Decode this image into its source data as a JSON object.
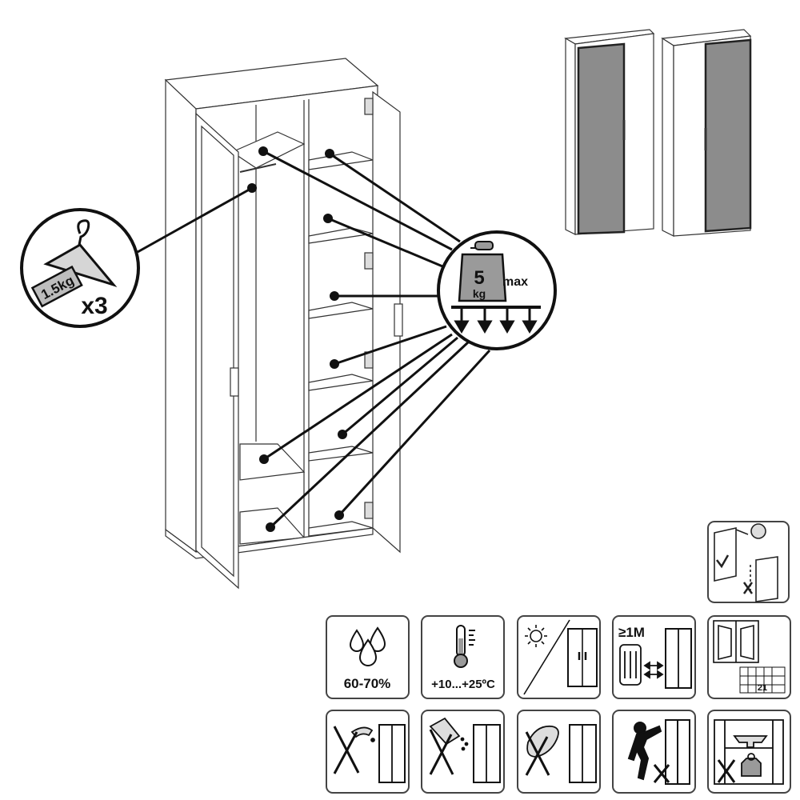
{
  "hanger_badge": {
    "weight_label": "1.5kg",
    "multiplier": "x3"
  },
  "weight_badge": {
    "weight_value": "5",
    "weight_unit": "kg",
    "max_label": "max"
  },
  "care_icons": {
    "humidity_label": "60-70%",
    "temperature_label": "+10...+25ºC",
    "distance_label": "≥1M",
    "calendar_number": "21"
  },
  "colors": {
    "line": "#111111",
    "glass_panel": "#8c8c8c",
    "weight_fill": "#9a9a9a",
    "icon_border": "#444444"
  }
}
